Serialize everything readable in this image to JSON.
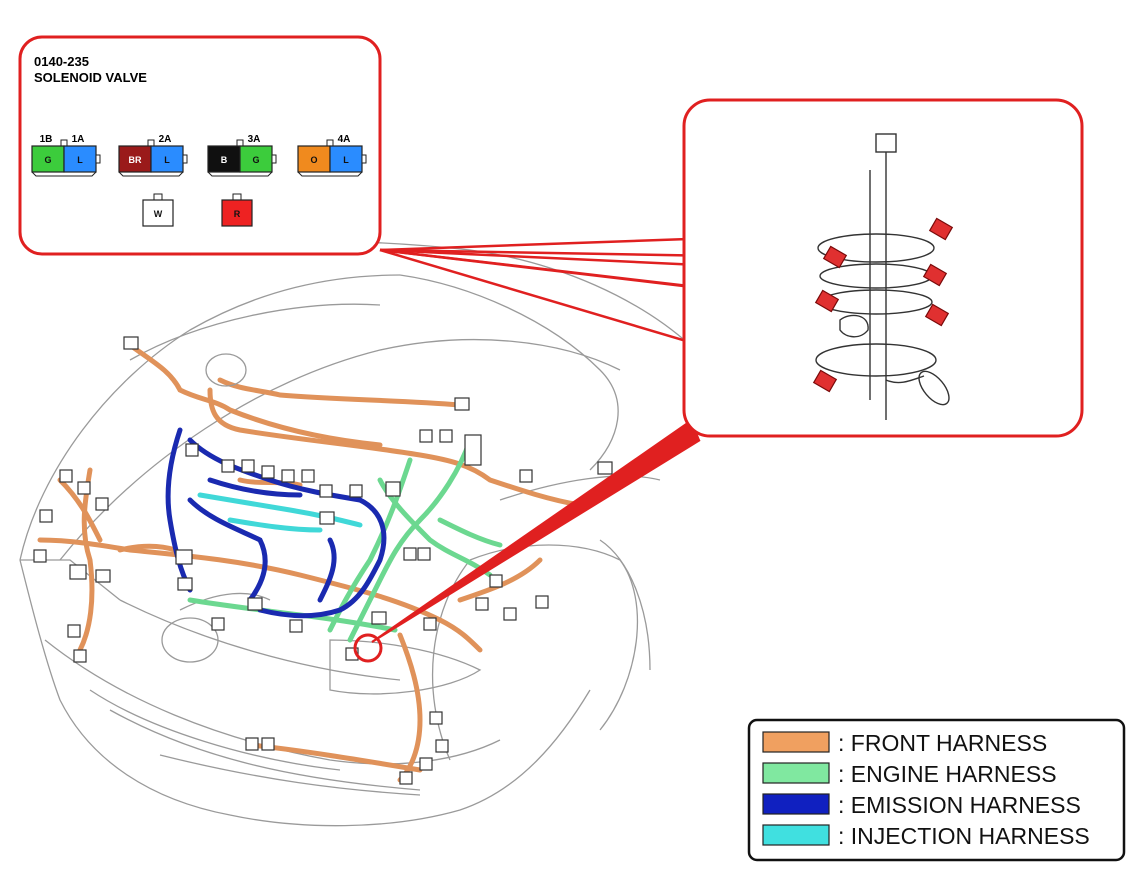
{
  "callout": {
    "part_number": "0140-235",
    "part_name": "SOLENOID VALVE",
    "connectors": [
      {
        "top_left": "1B",
        "top_right": "1A",
        "left": "G",
        "right": "L",
        "left_color": "#3ccc3c",
        "right_color": "#2a8cff"
      },
      {
        "top_left": "",
        "top_right": "2A",
        "left": "BR",
        "right": "L",
        "left_color": "#9a1a1a",
        "right_color": "#2a8cff"
      },
      {
        "top_left": "",
        "top_right": "3A",
        "left": "B",
        "right": "G",
        "left_color": "#101010",
        "right_color": "#3ccc3c"
      },
      {
        "top_left": "",
        "top_right": "4A",
        "left": "O",
        "right": "L",
        "left_color": "#f08a1e",
        "right_color": "#2a8cff"
      }
    ],
    "single_connectors": [
      {
        "label": "W",
        "color": "#ffffff"
      },
      {
        "label": "R",
        "color": "#ee2222"
      }
    ]
  },
  "legend": [
    {
      "label": ": FRONT HARNESS",
      "color": "#f0a060"
    },
    {
      "label": ": ENGINE HARNESS",
      "color": "#80e8a0"
    },
    {
      "label": ": EMISSION HARNESS",
      "color": "#1020c0"
    },
    {
      "label": ": INJECTION HARNESS",
      "color": "#40e0e0"
    }
  ],
  "colors": {
    "callout_border": "#e02020",
    "harness_front": "#e0925a",
    "harness_engine": "#6cd890",
    "harness_emission": "#1a2ab0",
    "harness_injection": "#40d8d8",
    "outline": "#9a9a9a"
  }
}
